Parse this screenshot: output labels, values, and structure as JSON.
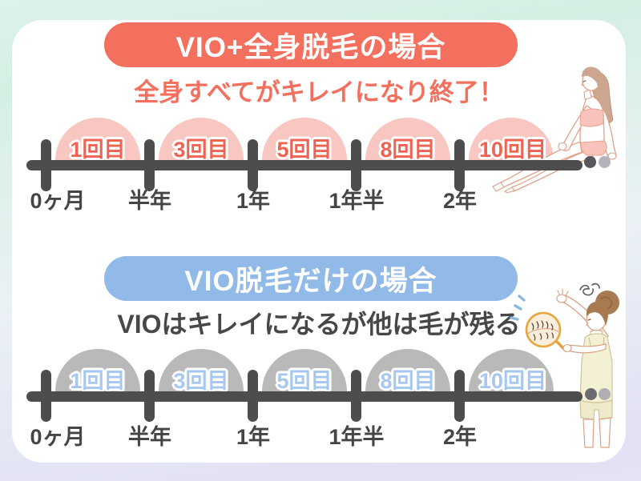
{
  "palette": {
    "coral": "#f4705e",
    "coral_text": "#ee6351",
    "pink_arch": "#f9c7c1",
    "blue": "#92bae9",
    "blue_text": "#a6c8f0",
    "gray_arch": "#b9b9b9",
    "timeline_dark": "#4d4d4d",
    "card_background": "#ffffff"
  },
  "sections": {
    "full_body": {
      "title": "VIO+全身脱毛の場合",
      "subtitle": "全身すべてがキレイになり終了！",
      "sessions": [
        "1回目",
        "3回目",
        "5回目",
        "8回目",
        "10回目"
      ],
      "times": [
        "0ヶ月",
        "半年",
        "1年",
        "1年半",
        "2年"
      ],
      "illustration": "woman-sitting-smooth-skin"
    },
    "vio_only": {
      "title": "VIO脱毛だけの場合",
      "subtitle": "VIOはキレイになるが他は毛が残る",
      "sessions": [
        "1回目",
        "3回目",
        "5回目",
        "8回目",
        "10回目"
      ],
      "times": [
        "0ヶ月",
        "半年",
        "1年",
        "1年半",
        "2年"
      ],
      "illustration": "woman-frustrated-checking-arm-hair"
    }
  }
}
